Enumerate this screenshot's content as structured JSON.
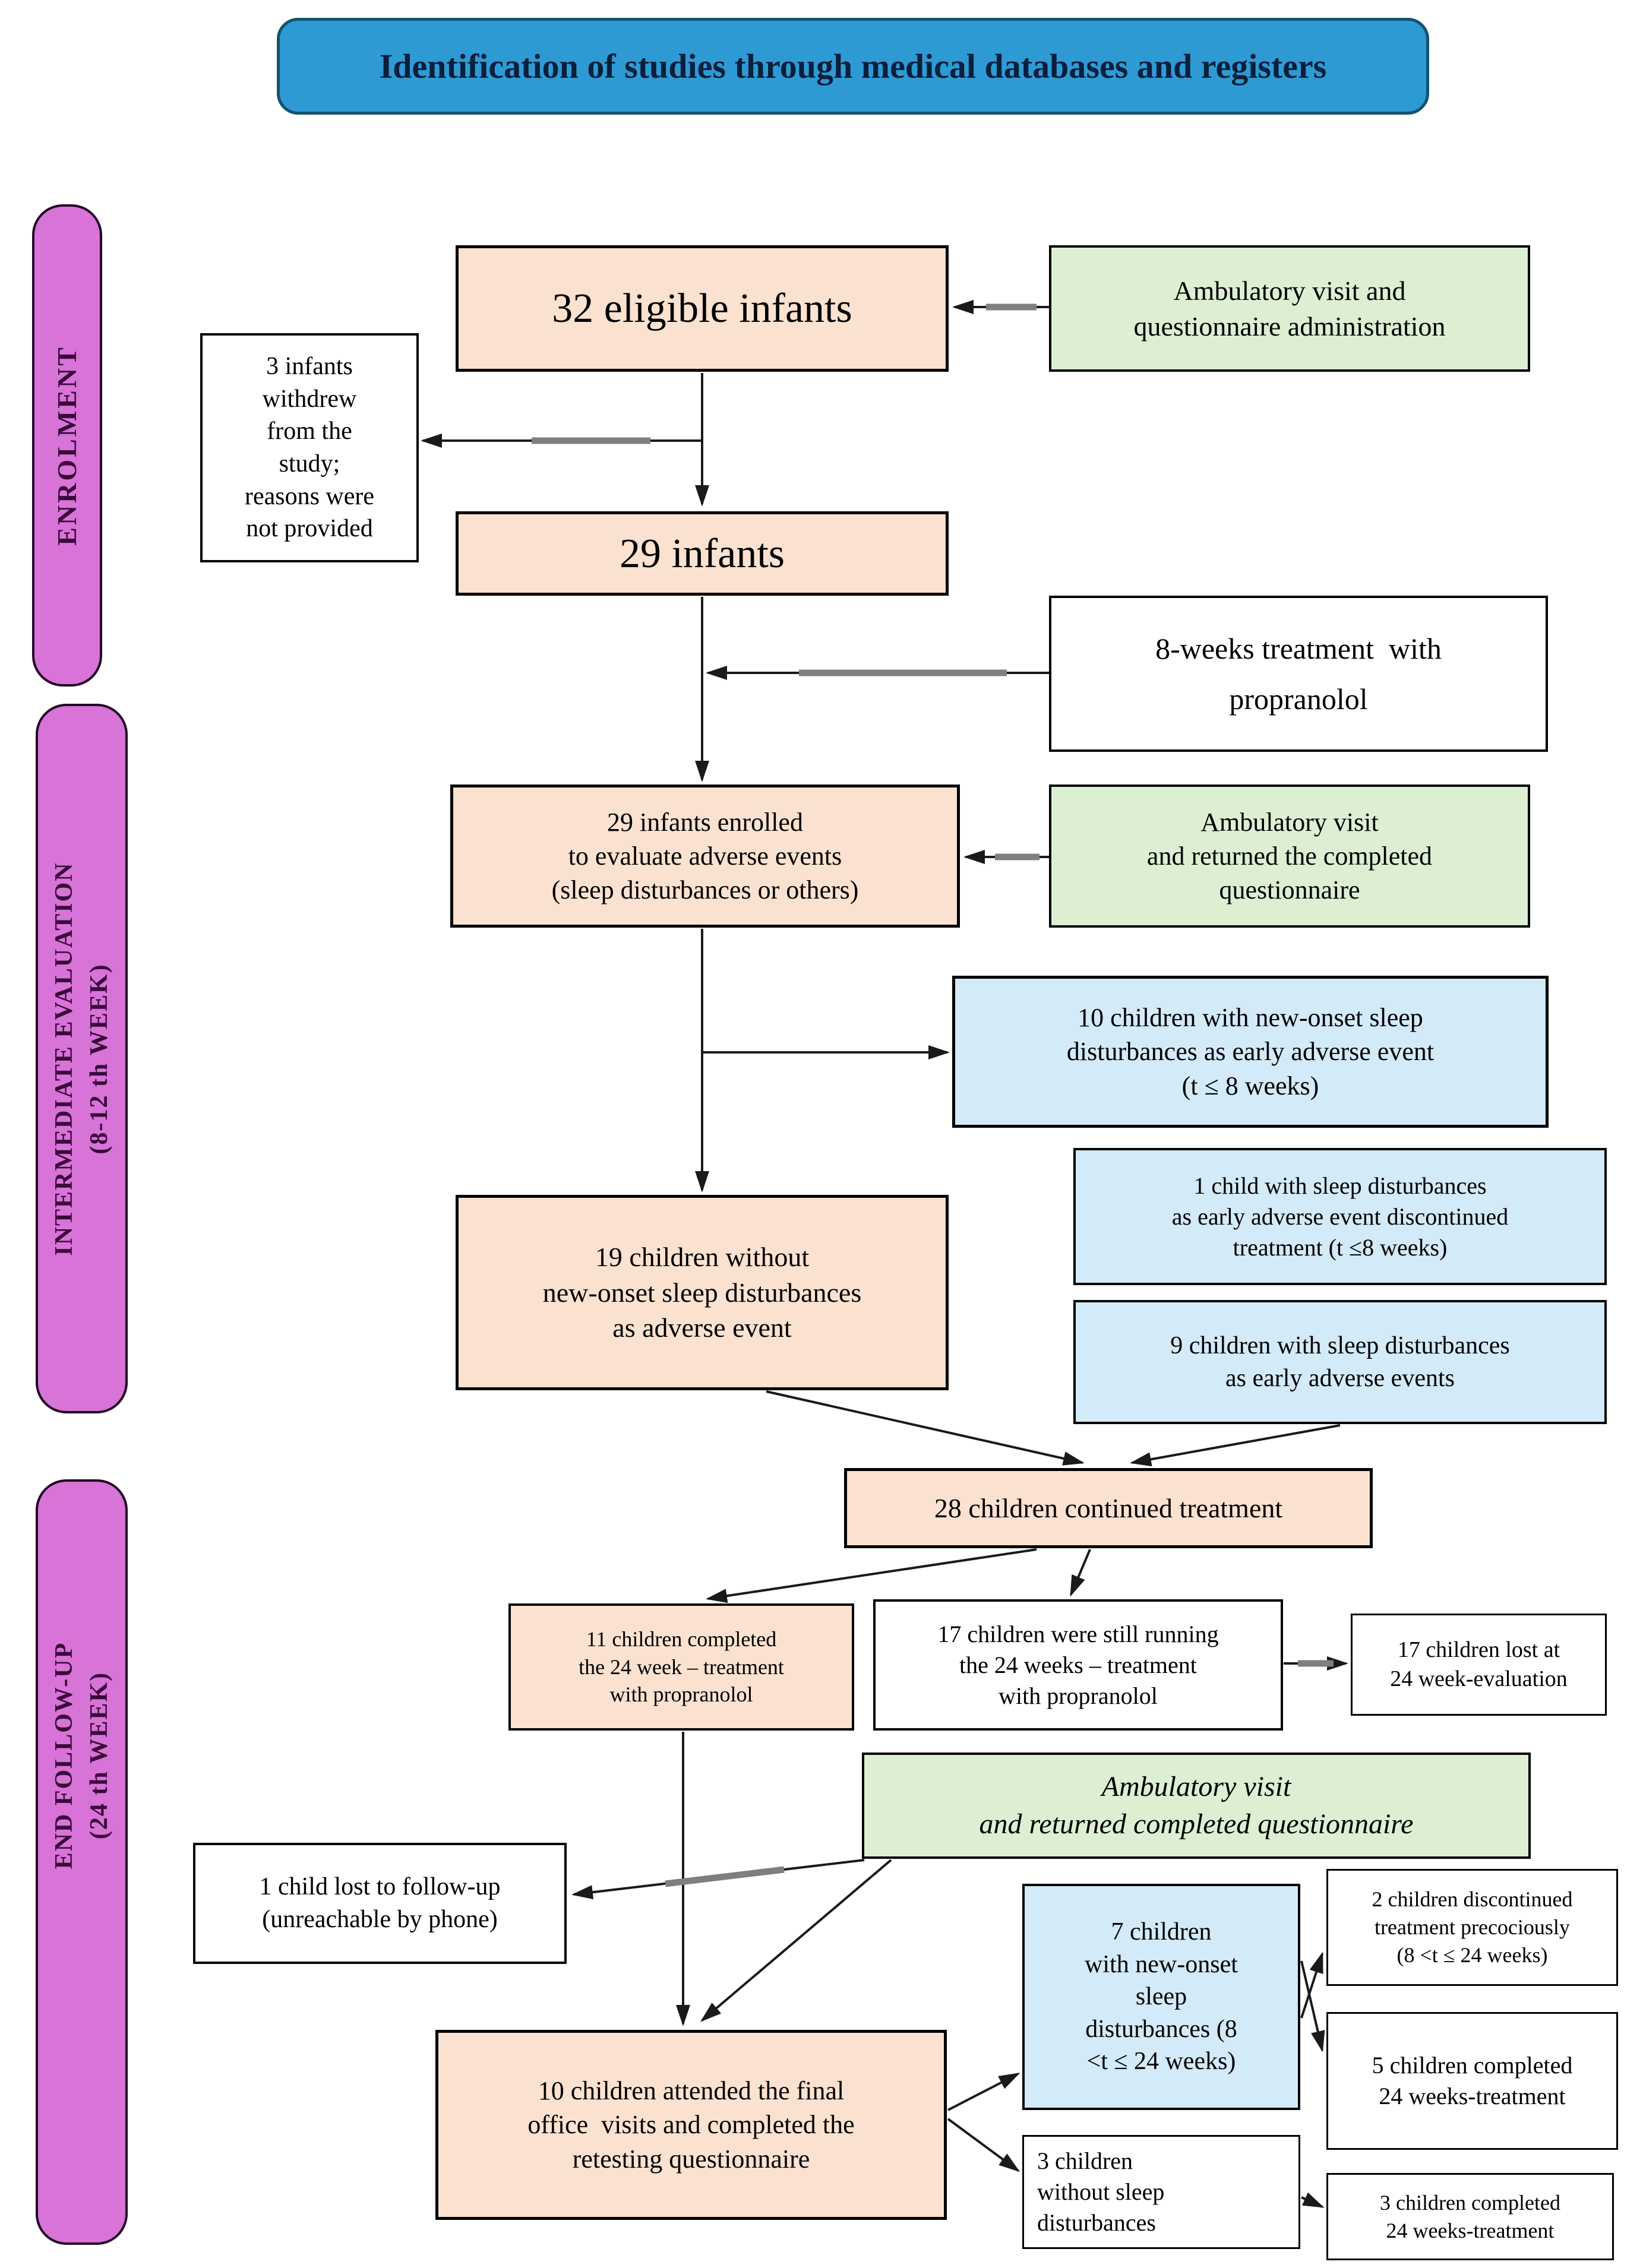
{
  "title": "Identification of studies through medical databases and registers",
  "sidebar": {
    "enrolment": "ENROLMENT",
    "intermediate_line1": "INTERMEDIATE  EVALUATION",
    "intermediate_line2": "(8-12 th WEEK)",
    "end_line1": "END FOLLOW-UP",
    "end_line2": "(24 th WEEK)"
  },
  "nodes": {
    "eligible32": "32 eligible infants",
    "amb_visit_1": "Ambulatory visit and\nquestionnaire administration",
    "withdrew3": "3 infants\nwithdrew\nfrom the\nstudy;\nreasons were\nnot provided",
    "infants29": "29 infants",
    "treatment8w": "8-weeks treatment  with\npropranolol",
    "enrolled29": "29 infants enrolled\nto evaluate adverse events\n(sleep disturbances or others)",
    "amb_visit_2": "Ambulatory visit\nand returned the completed\nquestionnaire",
    "newonset10": "10 children with new-onset sleep\ndisturbances as early adverse event\n(t ≤ 8 weeks)",
    "discontinued1": "1 child with sleep disturbances\nas early adverse event discontinued\ntreatment (t ≤8 weeks)",
    "sleep9": "9 children with sleep disturbances\nas early adverse events",
    "without19": "19 children without\nnew-onset sleep disturbances\nas adverse event",
    "continued28": "28 children continued treatment",
    "completed11": "11 children completed\nthe 24 week – treatment\nwith propranolol",
    "running17": "17 children were still running\nthe 24 weeks – treatment\nwith propranolol",
    "lost17": "17 children lost at\n24 week-evaluation",
    "amb_visit_3": "Ambulatory visit\nand returned completed questionnaire",
    "lost1": "1 child lost to follow-up\n(unreachable by phone)",
    "attended10": "10 children attended the final\noffice  visits and completed the\nretesting questionnaire",
    "newonset7": "7 children\nwith new-onset\nsleep\ndisturbances (8\n<t ≤ 24 weeks)",
    "without3": "3 children\nwithout sleep\ndisturbances",
    "discontinued2": "2 children discontinued\ntreatment precociously\n(8 <t ≤ 24 weeks)",
    "completed5": "5 children completed\n24 weeks-treatment",
    "completed3": "3 children completed\n24 weeks-treatment"
  },
  "colors": {
    "title_fill": "#2e9ad3",
    "title_border": "#14536e",
    "sidebar_fill": "#d873d8",
    "peach_fill": "#fbe2d0",
    "green_fill": "#dcefd3",
    "blue_fill": "#d3eaf8",
    "white_fill": "#ffffff",
    "line": "#1a1a1a"
  }
}
